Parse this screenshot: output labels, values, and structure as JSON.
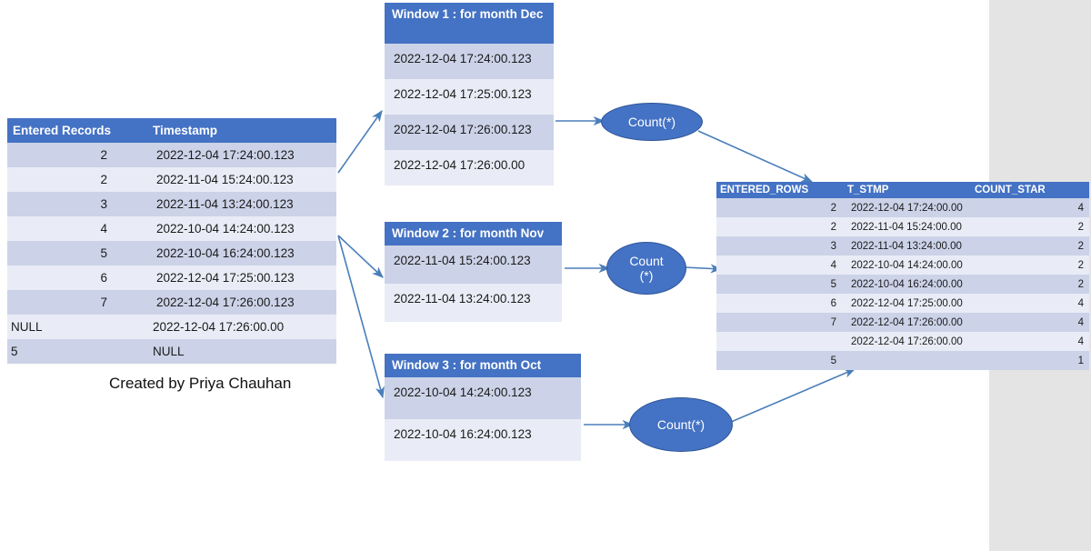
{
  "source_table": {
    "title": "Entered Records source table",
    "columns": [
      "Entered Records",
      "Timestamp"
    ],
    "rows": [
      {
        "entered": "2",
        "timestamp": "2022-12-04  17:24:00.123"
      },
      {
        "entered": "2",
        "timestamp": "2022-11-04  15:24:00.123"
      },
      {
        "entered": "3",
        "timestamp": "2022-11-04  13:24:00.123"
      },
      {
        "entered": "4",
        "timestamp": "2022-10-04  14:24:00.123"
      },
      {
        "entered": "5",
        "timestamp": "2022-10-04  16:24:00.123"
      },
      {
        "entered": "6",
        "timestamp": "2022-12-04  17:25:00.123"
      },
      {
        "entered": "7",
        "timestamp": "2022-12-04  17:26:00.123"
      },
      {
        "entered": "NULL",
        "timestamp": "2022-12-04 17:26:00.00"
      },
      {
        "entered": "5",
        "timestamp": "NULL"
      }
    ]
  },
  "caption": "Created by Priya Chauhan",
  "windows": [
    {
      "title": "Window 1 : for month Dec",
      "rows": [
        "2022-12-04  17:24:00.123",
        "2022-12-04  17:25:00.123",
        "2022-12-04  17:26:00.123",
        "2022-12-04 17:26:00.00"
      ]
    },
    {
      "title": "Window 2 : for month Nov",
      "rows": [
        "2022-11-04  15:24:00.123",
        "2022-11-04  13:24:00.123"
      ]
    },
    {
      "title": "Window 3 : for month Oct",
      "rows": [
        "2022-10-04  14:24:00.123",
        "2022-10-04  16:24:00.123"
      ]
    }
  ],
  "operators": [
    {
      "label": "Count(*)"
    },
    {
      "label": "Count\n(*)"
    },
    {
      "label": "Count(*)"
    }
  ],
  "result_table": {
    "columns": [
      "ENTERED_ROWS",
      "T_STMP",
      "COUNT_STAR"
    ],
    "rows": [
      {
        "entered_rows": "2",
        "t_stmp": "2022-12-04 17:24:00.00",
        "count_star": "4"
      },
      {
        "entered_rows": "2",
        "t_stmp": "2022-11-04 15:24:00.00",
        "count_star": "2"
      },
      {
        "entered_rows": "3",
        "t_stmp": "2022-11-04 13:24:00.00",
        "count_star": "2"
      },
      {
        "entered_rows": "4",
        "t_stmp": "2022-10-04 14:24:00.00",
        "count_star": "2"
      },
      {
        "entered_rows": "5",
        "t_stmp": "2022-10-04 16:24:00.00",
        "count_star": "2"
      },
      {
        "entered_rows": "6",
        "t_stmp": "2022-12-04 17:25:00.00",
        "count_star": "4"
      },
      {
        "entered_rows": "7",
        "t_stmp": "2022-12-04 17:26:00.00",
        "count_star": "4"
      },
      {
        "entered_rows": "",
        "t_stmp": "2022-12-04 17:26:00.00",
        "count_star": "4"
      },
      {
        "entered_rows": "5",
        "t_stmp": "",
        "count_star": "1"
      }
    ]
  },
  "colors": {
    "header_blue": "#4472c4",
    "band_dark": "#ccd3e8",
    "band_light": "#e9ecf6",
    "arrow_blue": "#4a7ebb",
    "panel_gray": "#e4e4e4",
    "text_dark": "#1a1a1a"
  }
}
